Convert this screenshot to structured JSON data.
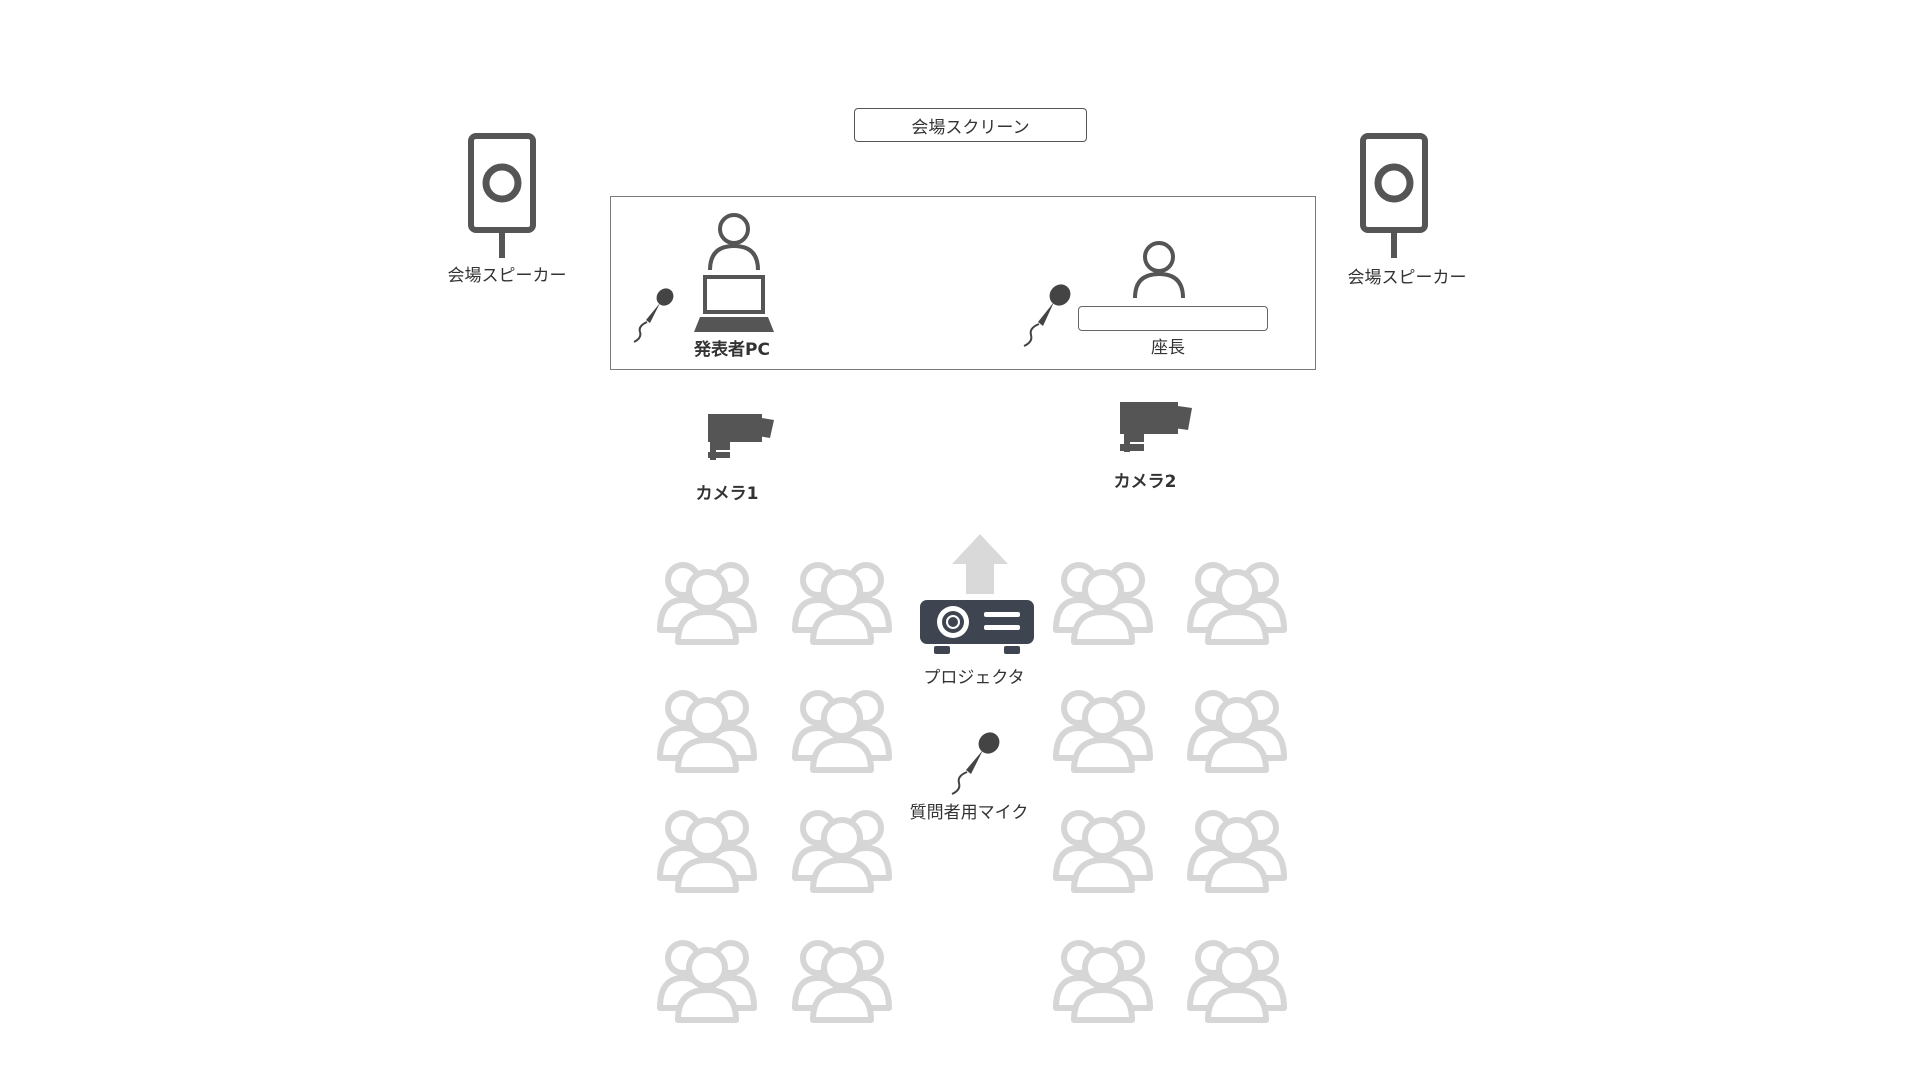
{
  "labels": {
    "screen": "会場スクリーン",
    "speaker_left": "会場スピーカー",
    "speaker_right": "会場スピーカー",
    "presenter_pc": "発表者PC",
    "chair": "座長",
    "camera1": "カメラ1",
    "camera2": "カメラ2",
    "projector": "プロジェクタ",
    "audience_mic": "質問者用マイク"
  },
  "colors": {
    "icon_dark": "#555555",
    "projector": "#3f4550",
    "audience": "#d6d6d6",
    "arrow": "#d9d9d9",
    "border": "#7a7a7a"
  },
  "icons": {
    "speaker": "speaker-icon",
    "person": "person-icon",
    "laptop": "laptop-icon",
    "microphone": "microphone-icon",
    "camera": "camera-icon",
    "projector": "projector-icon",
    "audience_group": "audience-group-icon",
    "arrow_up": "arrow-up-icon"
  }
}
